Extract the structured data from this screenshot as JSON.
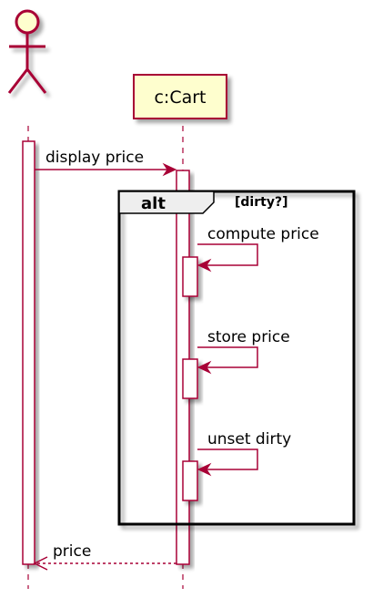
{
  "participants": [
    {
      "id": "user",
      "kind": "actor",
      "label": ""
    },
    {
      "id": "cart",
      "kind": "participant",
      "label": "c:Cart"
    }
  ],
  "messages": [
    {
      "from": "user",
      "to": "cart",
      "label": "display price",
      "style": "solid"
    },
    {
      "from": "cart",
      "to": "cart",
      "label": "compute price",
      "style": "solid"
    },
    {
      "from": "cart",
      "to": "cart",
      "label": "store price",
      "style": "solid"
    },
    {
      "from": "cart",
      "to": "cart",
      "label": "unset dirty",
      "style": "solid"
    },
    {
      "from": "cart",
      "to": "user",
      "label": "price",
      "style": "dashed"
    }
  ],
  "fragment": {
    "operator": "alt",
    "guard": "[dirty?]"
  },
  "colors": {
    "line": "#a80036",
    "participant_fill": "#fefece",
    "frame_header_fill": "#eeeeee",
    "frame_border": "#000000",
    "shadow": "#cccccc"
  }
}
